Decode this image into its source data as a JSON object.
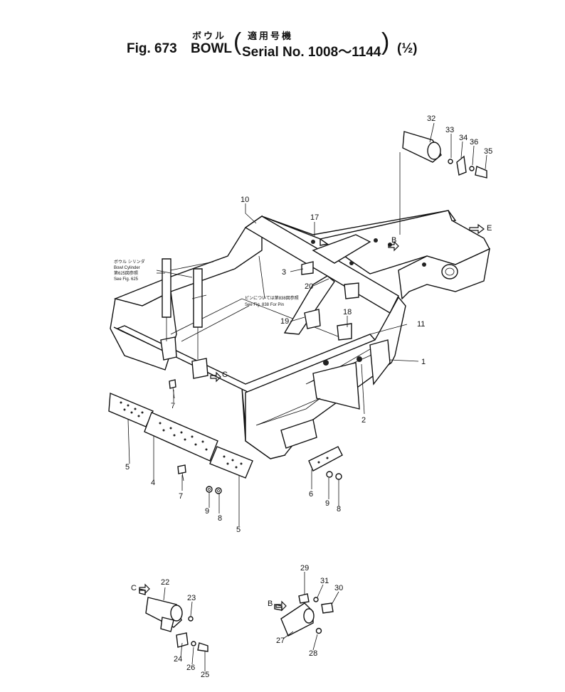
{
  "header": {
    "title_jp": "ボウル",
    "serial_jp": "適用号機",
    "fig_label": "Fig. 673",
    "part_name": "BOWL",
    "serial_label": "Serial No. 1008～1144",
    "sheet": "(½)"
  },
  "notes": {
    "cylinder_jp": "ボウル シリンダ",
    "cylinder_en": "Bowl Cylinder",
    "cylinder_ref_jp": "第625図参照",
    "cylinder_ref_en": "See Fig. 625",
    "pin_jp": "ピンについては第838図参照",
    "pin_en": "See Fig. 838 For Pin"
  },
  "arrows": {
    "b": "B",
    "c": "C",
    "e": "E"
  },
  "callouts": {
    "p1": "1",
    "p2": "2",
    "p3": "3",
    "p4": "4",
    "p5a": "5",
    "p5b": "5",
    "p6": "6",
    "p7a": "7",
    "p7b": "7",
    "p8a": "8",
    "p8b": "8",
    "p9a": "9",
    "p9b": "9",
    "p10": "10",
    "p11": "11",
    "p17": "17",
    "p18": "18",
    "p19": "19",
    "p20": "20",
    "p22": "22",
    "p23": "23",
    "p24": "24",
    "p25": "25",
    "p26": "26",
    "p27": "27",
    "p28": "28",
    "p29": "29",
    "p30": "30",
    "p31": "31",
    "p32": "32",
    "p33": "33",
    "p34": "34",
    "p35": "35",
    "p36": "36"
  }
}
